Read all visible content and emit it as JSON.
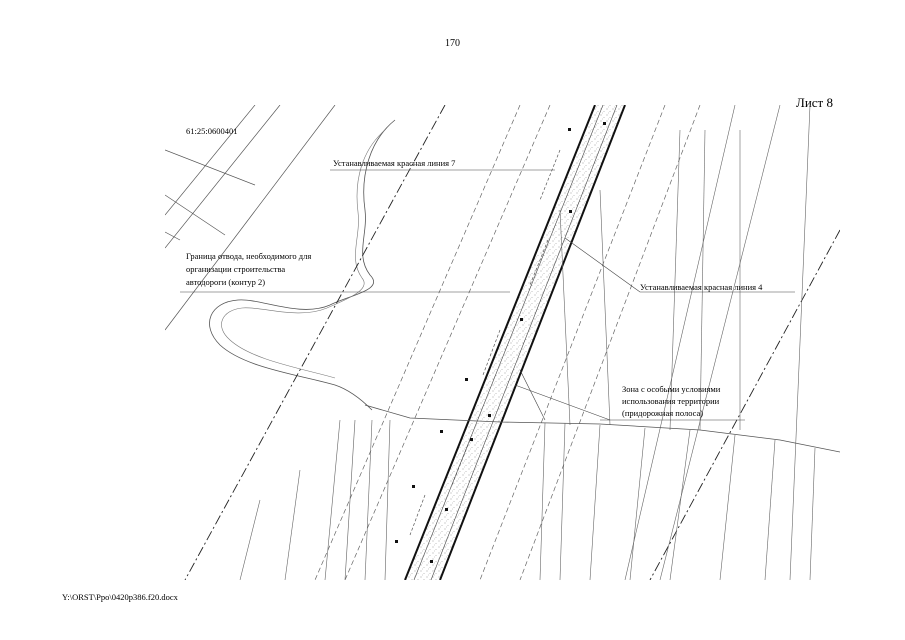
{
  "page": {
    "number": "170",
    "sheet": "Лист 8",
    "footer_path": "Y:\\ORST\\Ppo\\0420p386.f20.docx"
  },
  "map": {
    "parcel_code": "61:25:0600401",
    "labels": {
      "red_line_7": "Устанавливаемая красная линия 7",
      "red_line_4": "Устанавливаемая красная линия 4",
      "boundary_line1": "Граница отвода, необходимого для",
      "boundary_line2": "организации строительства",
      "boundary_line3": "автодороги (контур 2)",
      "zone_line1": "Зона с особыми условиями",
      "zone_line2": "использования территории",
      "zone_line3": "(придорожная полоса)"
    }
  }
}
